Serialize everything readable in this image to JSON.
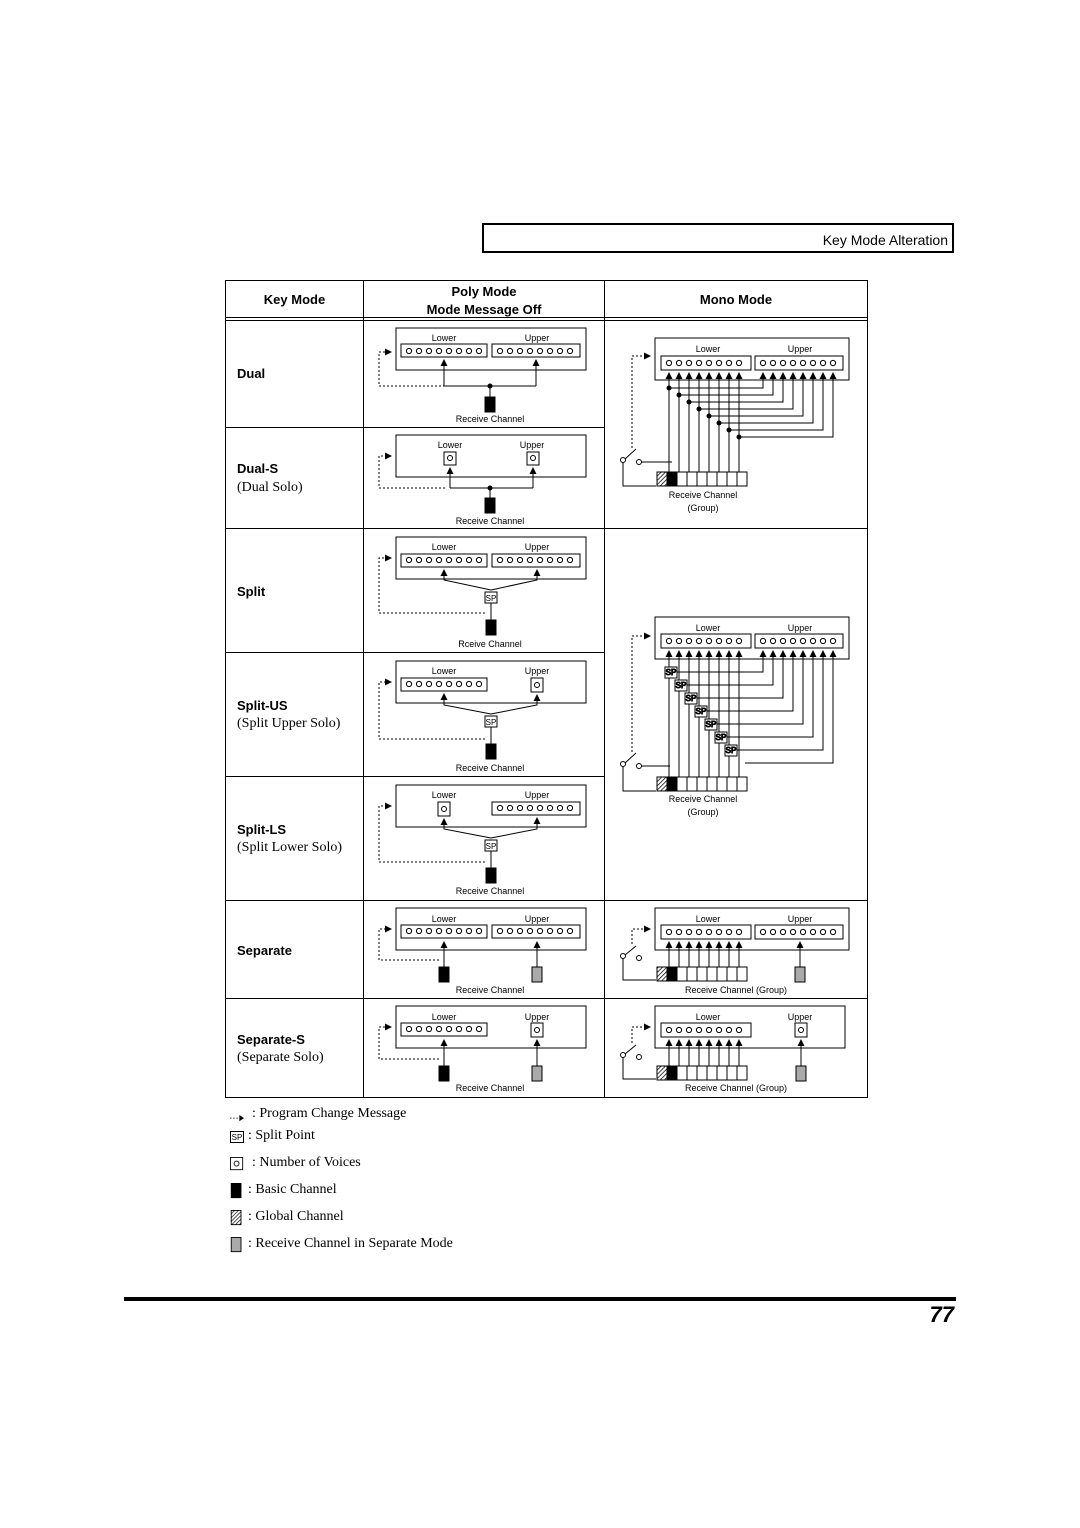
{
  "header": {
    "section_title": "Key Mode Alteration"
  },
  "table": {
    "col_key_mode": "Key Mode",
    "col_poly_line1": "Poly Mode",
    "col_poly_line2": "Mode Message Off",
    "col_mono": "Mono Mode",
    "rows": [
      {
        "label": "Dual",
        "sub": ""
      },
      {
        "label": "Dual-S",
        "sub": "(Dual Solo)"
      },
      {
        "label": "Split",
        "sub": ""
      },
      {
        "label": "Split-US",
        "sub": "(Split Upper Solo)"
      },
      {
        "label": "Split-LS",
        "sub": "(Split Lower Solo)"
      },
      {
        "label": "Separate",
        "sub": ""
      },
      {
        "label": "Separate-S",
        "sub": "(Separate Solo)"
      }
    ]
  },
  "diagram_text": {
    "lower": "Lower",
    "upper": "Upper",
    "receive_channel": "Receive Channel",
    "receive_channel_misspelled": "Rceive Channel",
    "group": "(Group)",
    "receive_channel_group": "Receive Channel (Group)",
    "sp": "SP"
  },
  "legend": {
    "program_change": ": Program Change Message",
    "split_point": ": Split Point",
    "number_of_voices": ": Number of Voices",
    "basic_channel": ": Basic Channel",
    "global_channel": ": Global Channel",
    "receive_separate": ": Receive Channel in Separate Mode"
  },
  "footer": {
    "page_number": "77"
  }
}
